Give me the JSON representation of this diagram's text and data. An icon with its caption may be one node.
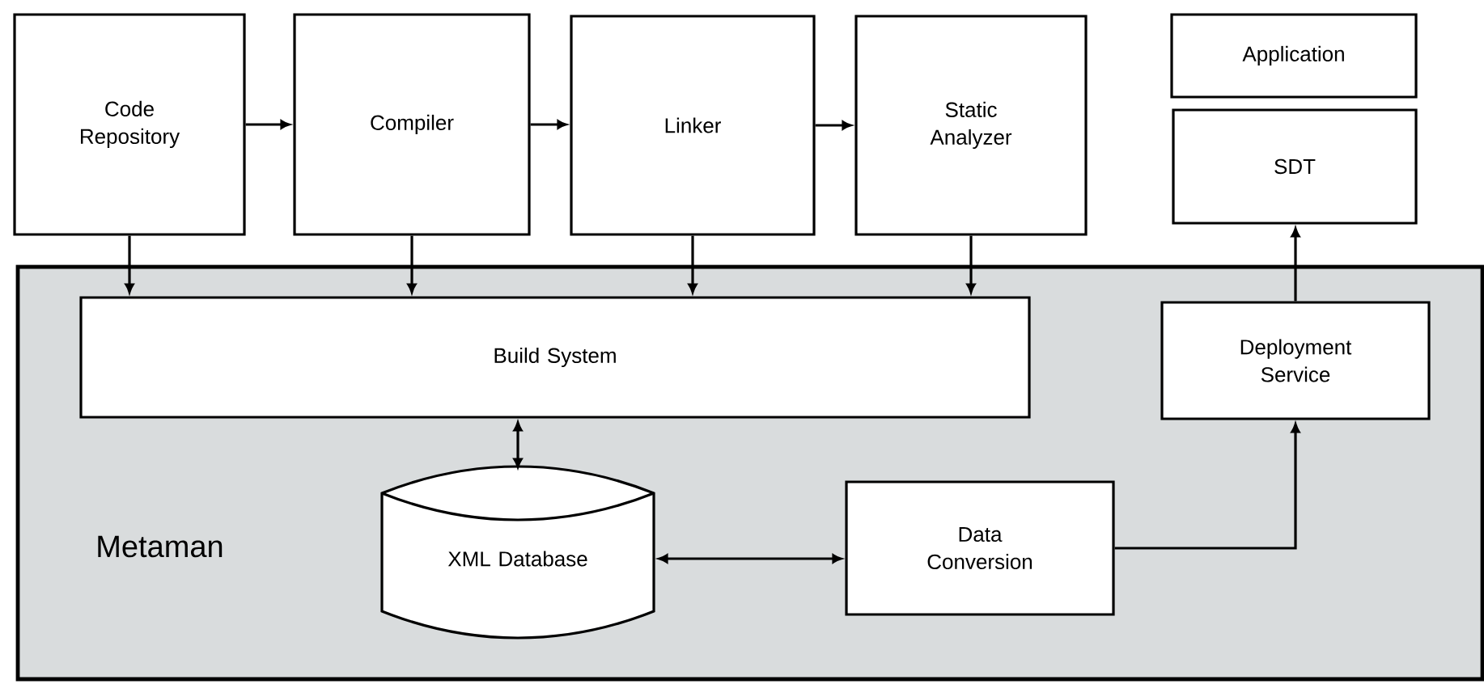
{
  "diagram": {
    "nodes": [
      {
        "text": [
          "Code Repository"
        ]
      },
      {
        "text": [
          "Compiler"
        ]
      },
      {
        "text": [
          "Linker"
        ]
      },
      {
        "text": [
          "Static Analyzer"
        ]
      },
      {
        "text": [
          "Application"
        ]
      },
      {
        "text": [
          "SDT"
        ]
      },
      {
        "text": [
          "Metaman"
        ]
      },
      {
        "text": [
          "Build System"
        ],
        "in": 6
      },
      {
        "text": [
          "XML Database"
        ],
        "in": 6
      },
      {
        "text": [
          "Deployment Service"
        ],
        "in": 6
      },
      {
        "text": [
          "Data Conversion"
        ],
        "in": 6
      }
    ],
    "edges": [
      {
        "from": 0,
        "to": 1,
        "arrow": "to"
      },
      {
        "from": 1,
        "to": 2,
        "arrow": "to"
      },
      {
        "from": 2,
        "to": 3,
        "arrow": "to"
      },
      {
        "from": 0,
        "to": 7,
        "arrow": "to"
      },
      {
        "from": 1,
        "to": 7,
        "arrow": "to"
      },
      {
        "from": 2,
        "to": 7,
        "arrow": "to"
      },
      {
        "from": 3,
        "to": 7,
        "arrow": "to"
      },
      {
        "from": 7,
        "to": 8,
        "arrow": "both"
      },
      {
        "from": 8,
        "to": 10,
        "arrow": "both"
      },
      {
        "from": 10,
        "to": 9,
        "arrow": "to"
      },
      {
        "from": 9,
        "to": 5,
        "arrow": "to"
      }
    ]
  }
}
